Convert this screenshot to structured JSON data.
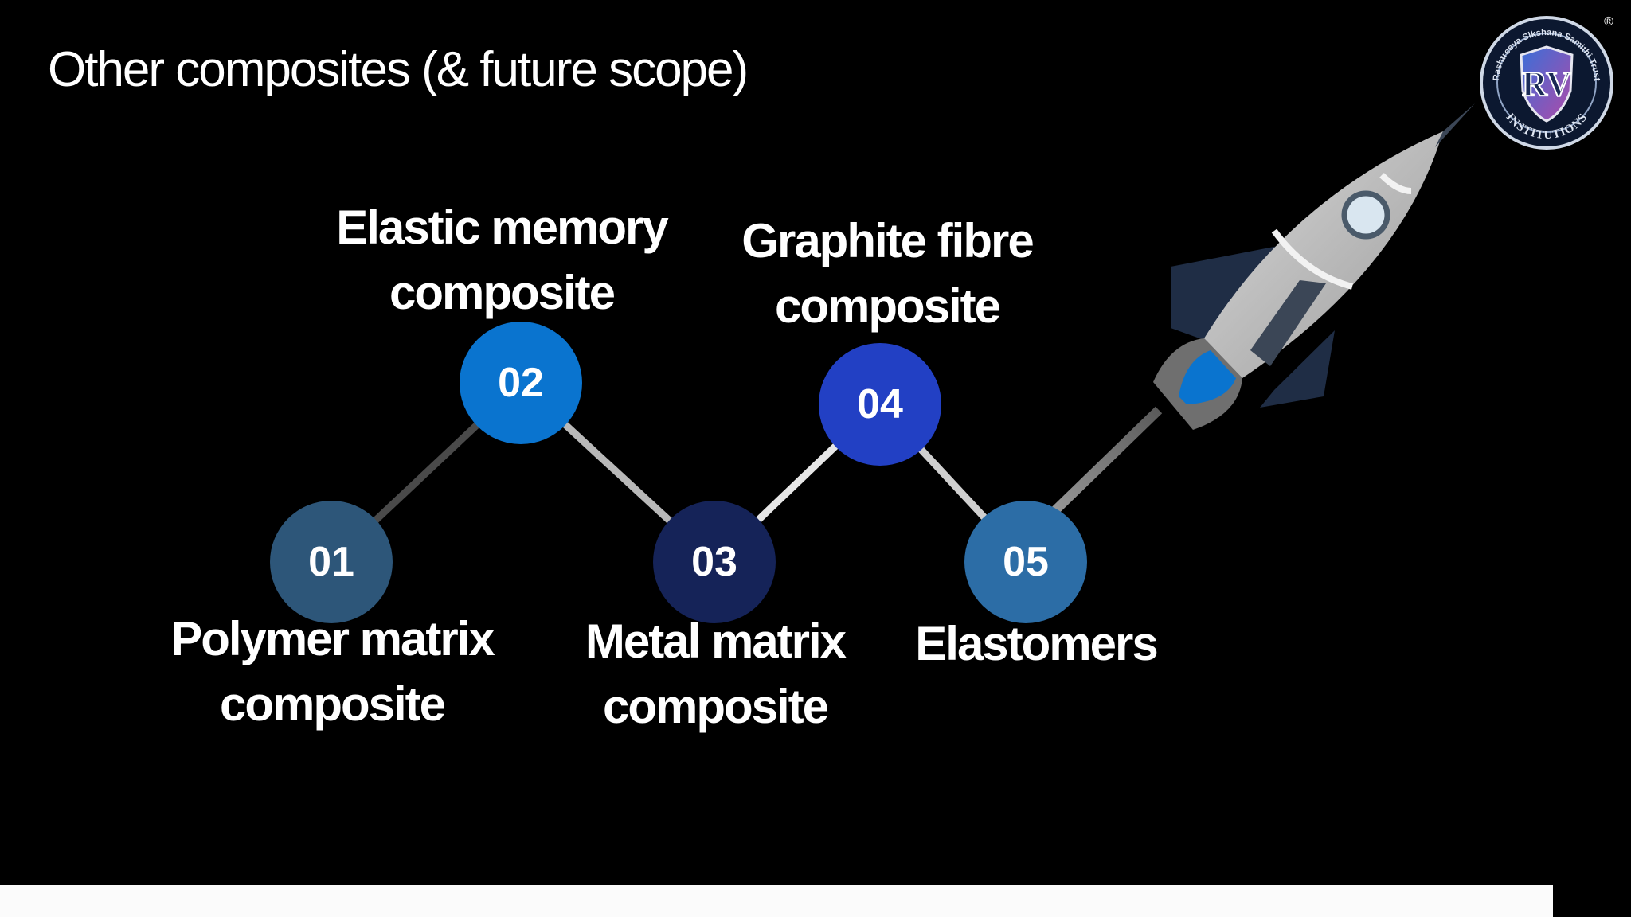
{
  "slide": {
    "title": "Other composites (& future scope)",
    "steps": [
      {
        "number": "01",
        "label_line1": "Polymer matrix",
        "label_line2": "composite",
        "color": "#2d5679"
      },
      {
        "number": "02",
        "label_line1": "Elastic memory",
        "label_line2": "composite",
        "color": "#0a74cf"
      },
      {
        "number": "03",
        "label_line1": "Metal matrix",
        "label_line2": "composite",
        "color": "#152358"
      },
      {
        "number": "04",
        "label_line1": "Graphite fibre",
        "label_line2": "composite",
        "color": "#2240c4"
      },
      {
        "number": "05",
        "label_line1": "Elastomers",
        "label_line2": "",
        "color": "#2c6da6"
      }
    ]
  },
  "logo": {
    "monogram": "RV",
    "ring_top_text": "Rashtreeya Sikshana Samithi Trust",
    "ring_bottom_text": "INSTITUTIONS",
    "registered_mark": "®"
  },
  "icons": [
    "rocket-icon"
  ]
}
